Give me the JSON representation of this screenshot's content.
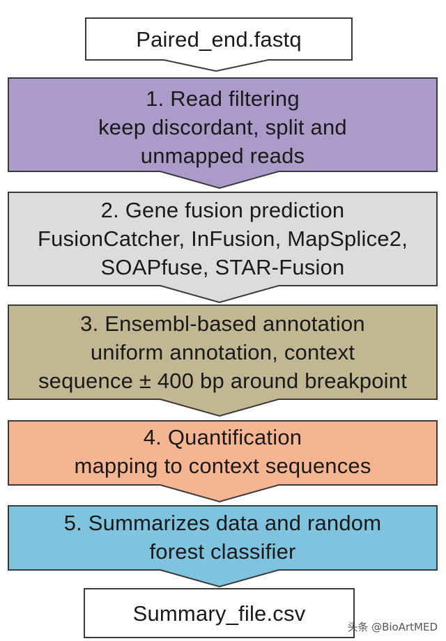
{
  "nodes": [
    {
      "id": "input",
      "lines": [
        "Paired_end.fastq"
      ],
      "fill": "#ffffff"
    },
    {
      "id": "step1",
      "lines": [
        "1. Read filtering",
        "keep discordant, split and",
        "unmapped reads"
      ],
      "fill": "#ab9bc8"
    },
    {
      "id": "step2",
      "lines": [
        "2. Gene fusion prediction",
        "FusionCatcher, InFusion, MapSplice2,",
        "SOAPfuse, STAR-Fusion"
      ],
      "fill": "#dcdcdc"
    },
    {
      "id": "step3",
      "lines": [
        "3. Ensembl-based annotation",
        "uniform annotation, context",
        "sequence ± 400 bp around breakpoint"
      ],
      "fill": "#c1b793"
    },
    {
      "id": "step4",
      "lines": [
        "4. Quantification",
        "mapping to context sequences"
      ],
      "fill": "#f6b592"
    },
    {
      "id": "step5",
      "lines": [
        "5. Summarizes data and random",
        "forest classifier"
      ],
      "fill": "#7fc3de"
    },
    {
      "id": "output",
      "lines": [
        "Summary_file.csv"
      ],
      "fill": "#ffffff"
    }
  ],
  "colors": {
    "stroke": "#3a3a3a",
    "text": "#1a1a1a"
  },
  "watermark": "头条 @BioArtMED"
}
